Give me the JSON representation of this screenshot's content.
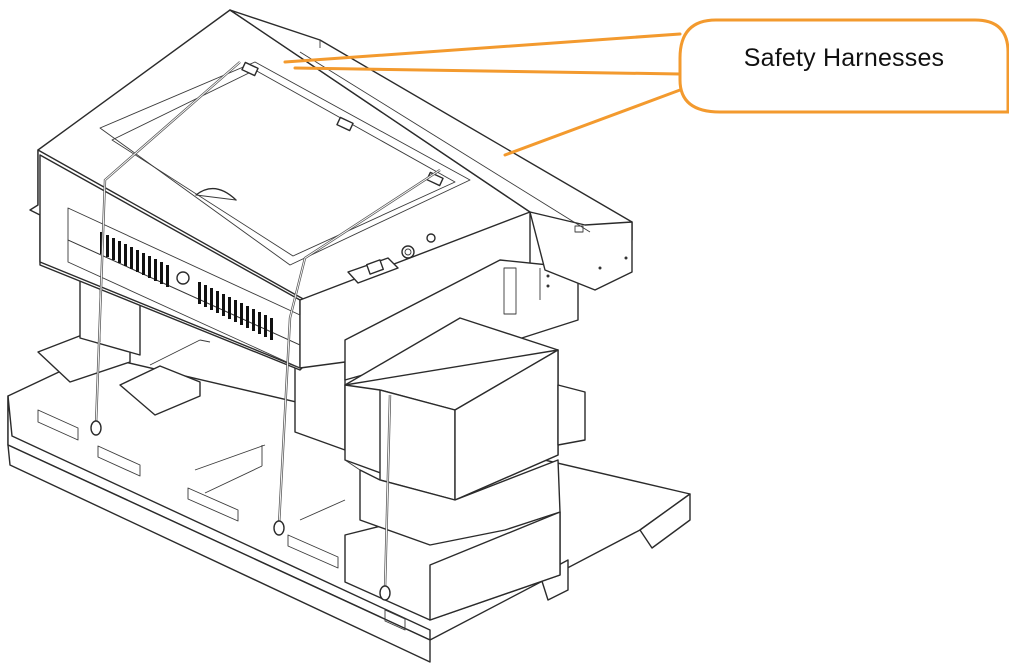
{
  "callout": {
    "label": "Safety Harnesses",
    "accent_color": "#F39A2E"
  },
  "illustration": {
    "subject": "machine-on-pallet-with-straps",
    "strap_count": 3
  }
}
